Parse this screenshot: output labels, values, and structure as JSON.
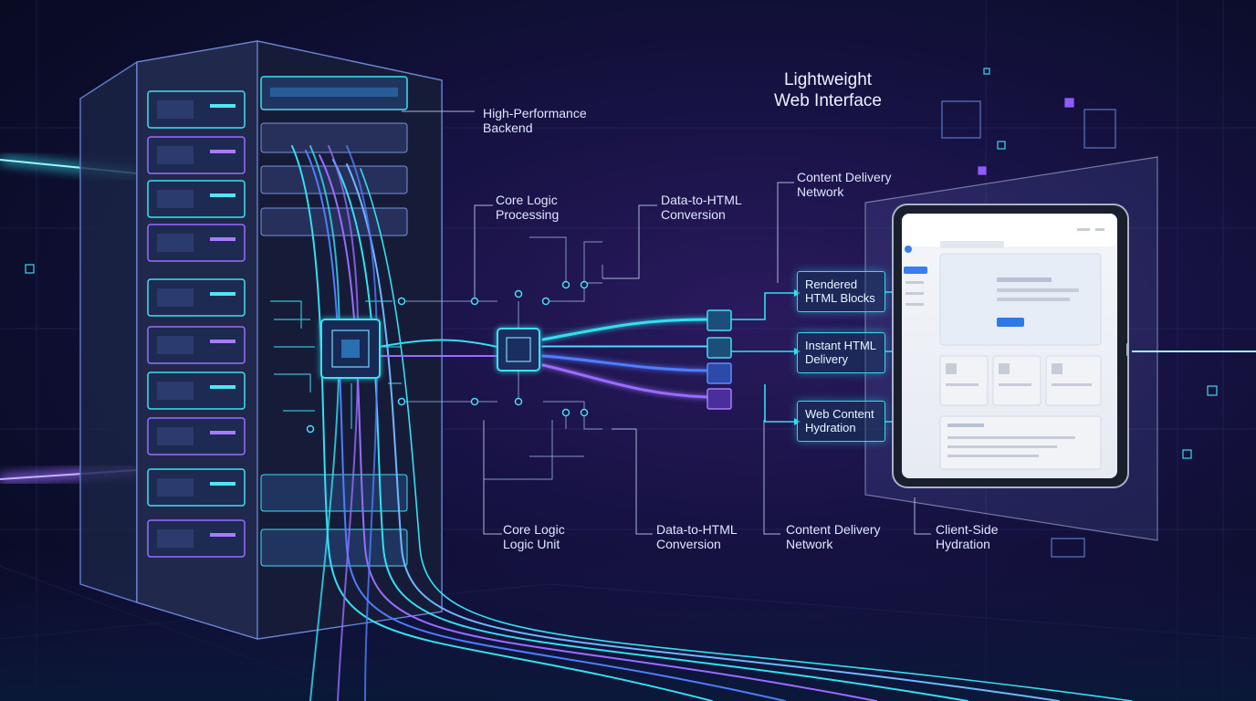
{
  "labels": {
    "high_performance_backend": "High-Performance\nBackend",
    "core_logic_processing": "Core Logic\nProcessing",
    "data_to_html_top": "Data-to-HTML\nConversion",
    "cdn_top": "Content Delivery\nNetwork",
    "lightweight_web_interface": "Lightweight\nWeb Interface",
    "core_logic_unit": "Core Logic\nLogic Unit",
    "data_to_html_bottom": "Data-to-HTML\nConversion",
    "cdn_bottom": "Content Delivery\nNetwork",
    "client_side_hydration": "Client-Side\nHydration"
  },
  "tags": {
    "rendered_html_blocks": "Rendered\nHTML Blocks",
    "instant_html_delivery": "Instant HTML\nDelivery",
    "web_content_hydration": "Web Content\nHydration"
  },
  "colors": {
    "cyan": "#33e0f0",
    "violet": "#9a6cff",
    "blue": "#4f7dff",
    "background": "#120f3a"
  }
}
